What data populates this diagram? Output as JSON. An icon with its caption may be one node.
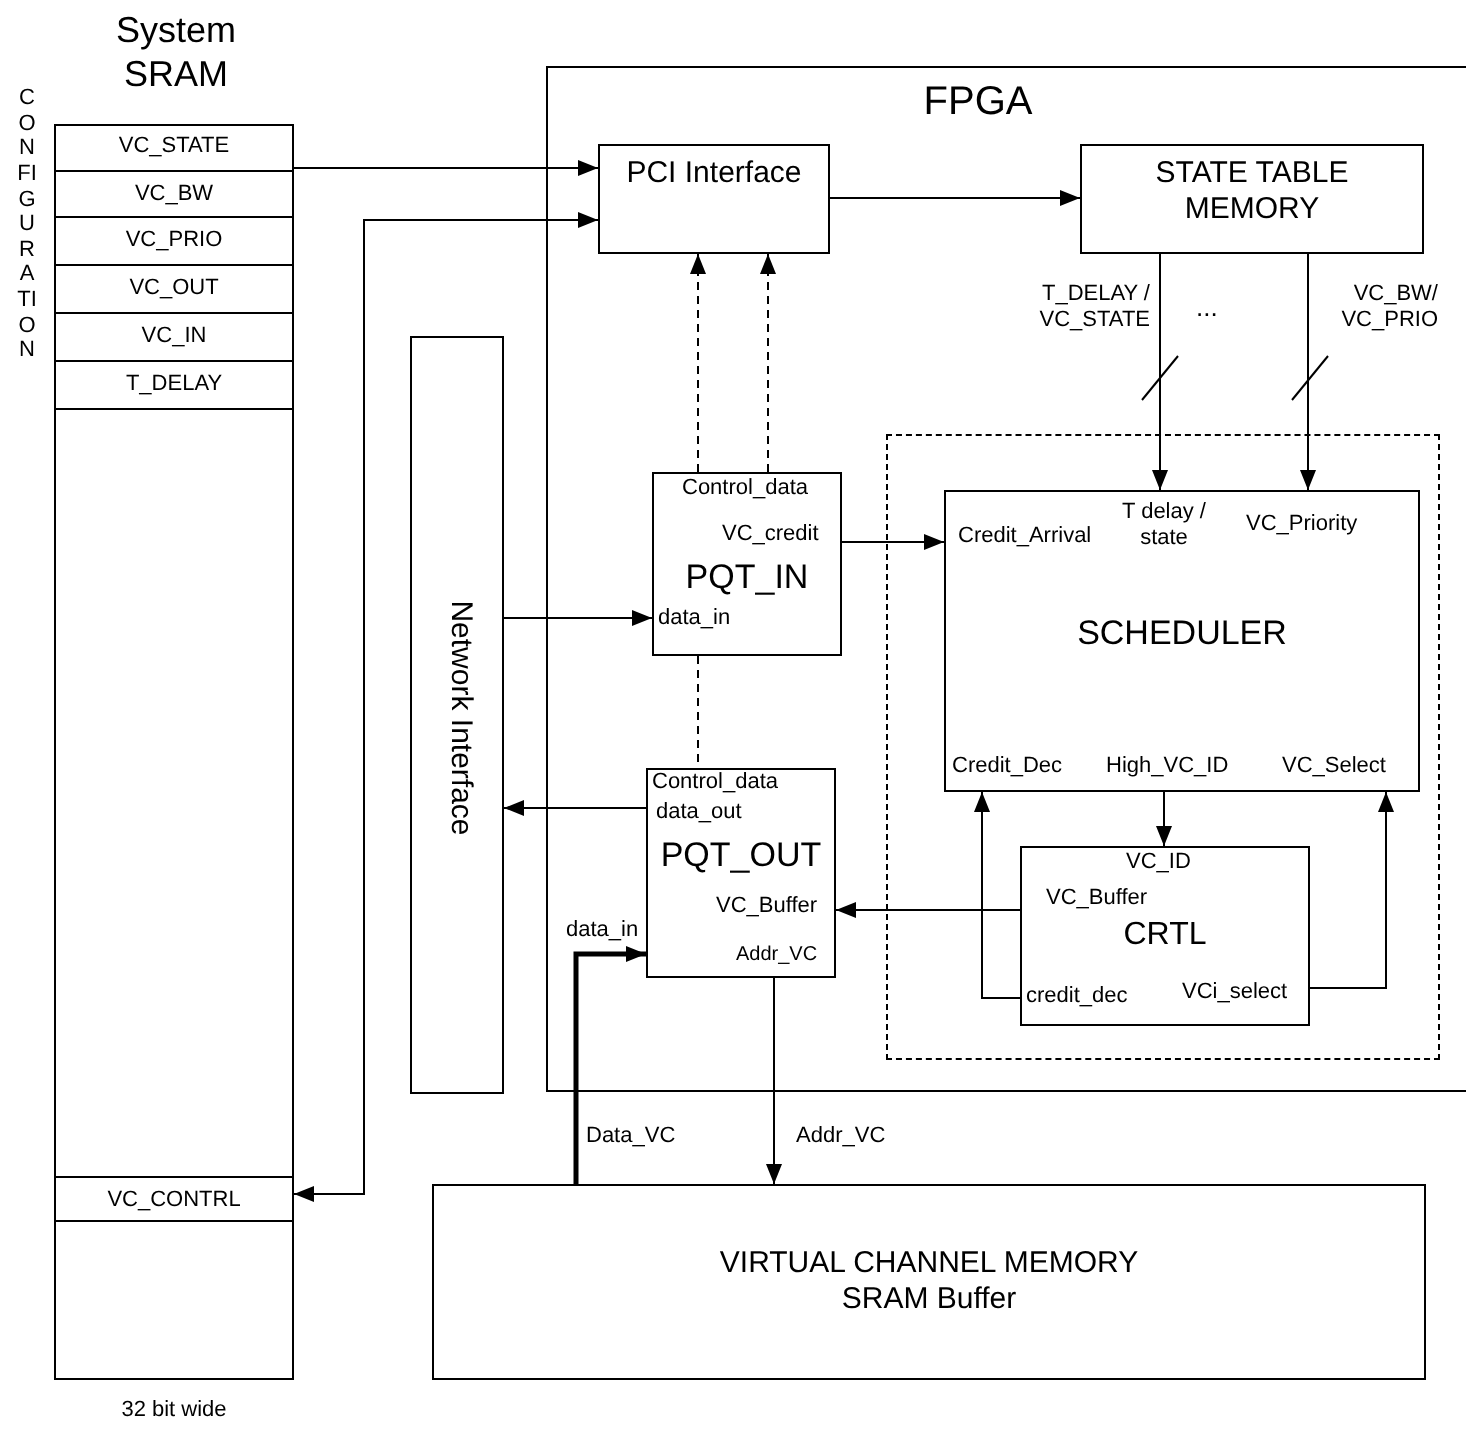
{
  "diagram": {
    "nodes": [
      {
        "text": [
          "System SRAM"
        ],
        "beside": [
          "32 bit wide"
        ]
      },
      {
        "text": [
          "VC_STATE"
        ],
        "in": 0
      },
      {
        "text": [
          "VC_BW"
        ],
        "in": 0
      },
      {
        "text": [
          "VC_PRIO"
        ],
        "in": 0
      },
      {
        "text": [
          "VC_OUT"
        ],
        "in": 0
      },
      {
        "text": [
          "VC_IN"
        ],
        "in": 0
      },
      {
        "text": [
          "T_DELAY"
        ],
        "in": 0
      },
      {
        "text": [
          "VC_CONTRL"
        ],
        "in": 0
      },
      {
        "text": [
          "FPGA"
        ]
      },
      {
        "text": [
          "PCI Interface"
        ],
        "in": 8
      },
      {
        "text": [
          "STATE TABLE MEMORY"
        ],
        "in": 8
      },
      {
        "text": [
          "Network Interface"
        ]
      },
      {
        "text": [
          "Control_data",
          "VC_credit",
          "PQT_IN",
          "data_in"
        ],
        "in": 8
      },
      {
        "text": [
          "Control_data",
          "data_out",
          "PQT_OUT",
          "VC_Buffer",
          "Addr_VC"
        ],
        "in": 8,
        "beside": [
          "data_in"
        ]
      },
      {
        "text": [],
        "shape": "box",
        "in": 8
      },
      {
        "text": [
          "Credit_Arrival",
          "T delay / state",
          "VC_Priority",
          "SCHEDULER",
          "Credit_Dec",
          "High_VC_ID",
          "VC_Select"
        ],
        "in": 14
      },
      {
        "text": [
          "VC_ID",
          "VC_Buffer",
          "CRTL",
          "credit_dec",
          "VCi_select"
        ],
        "in": 14
      },
      {
        "text": [
          "VIRTUAL CHANNEL MEMORY SRAM Buffer"
        ]
      }
    ],
    "edges": [
      {
        "from": 1,
        "to": 9,
        "arrow": "to"
      },
      {
        "from": 9,
        "to": 7,
        "arrow": "both"
      },
      {
        "from": 9,
        "to": 10,
        "arrow": "to"
      },
      {
        "from": 12,
        "to": 9,
        "arrow": "to",
        "style": "dashed"
      },
      {
        "from": 12,
        "to": 9,
        "arrow": "to",
        "style": "dashed"
      },
      {
        "from": 10,
        "to": 15,
        "arrow": "to",
        "label": "T_DELAY / VC_STATE"
      },
      {
        "from": 10,
        "to": 15,
        "arrow": "to",
        "label": "VC_BW/ VC_PRIO"
      },
      {
        "from": 12,
        "to": 15,
        "arrow": "to"
      },
      {
        "from": 11,
        "to": 12,
        "arrow": "to"
      },
      {
        "from": 13,
        "to": 11,
        "arrow": "to"
      },
      {
        "from": 12,
        "to": 13,
        "arrow": "none",
        "style": "dashed"
      },
      {
        "from": 15,
        "to": 16,
        "arrow": "to"
      },
      {
        "from": 16,
        "to": 15,
        "arrow": "to"
      },
      {
        "from": 16,
        "to": 15,
        "arrow": "to"
      },
      {
        "from": 16,
        "to": 13,
        "arrow": "to"
      },
      {
        "from": 17,
        "to": 13,
        "arrow": "to",
        "style": "thick",
        "label": "Data_VC"
      },
      {
        "from": 13,
        "to": 17,
        "arrow": "to",
        "label": "Addr_VC"
      }
    ],
    "labels": [
      "CONFIGURATION",
      "..."
    ]
  }
}
